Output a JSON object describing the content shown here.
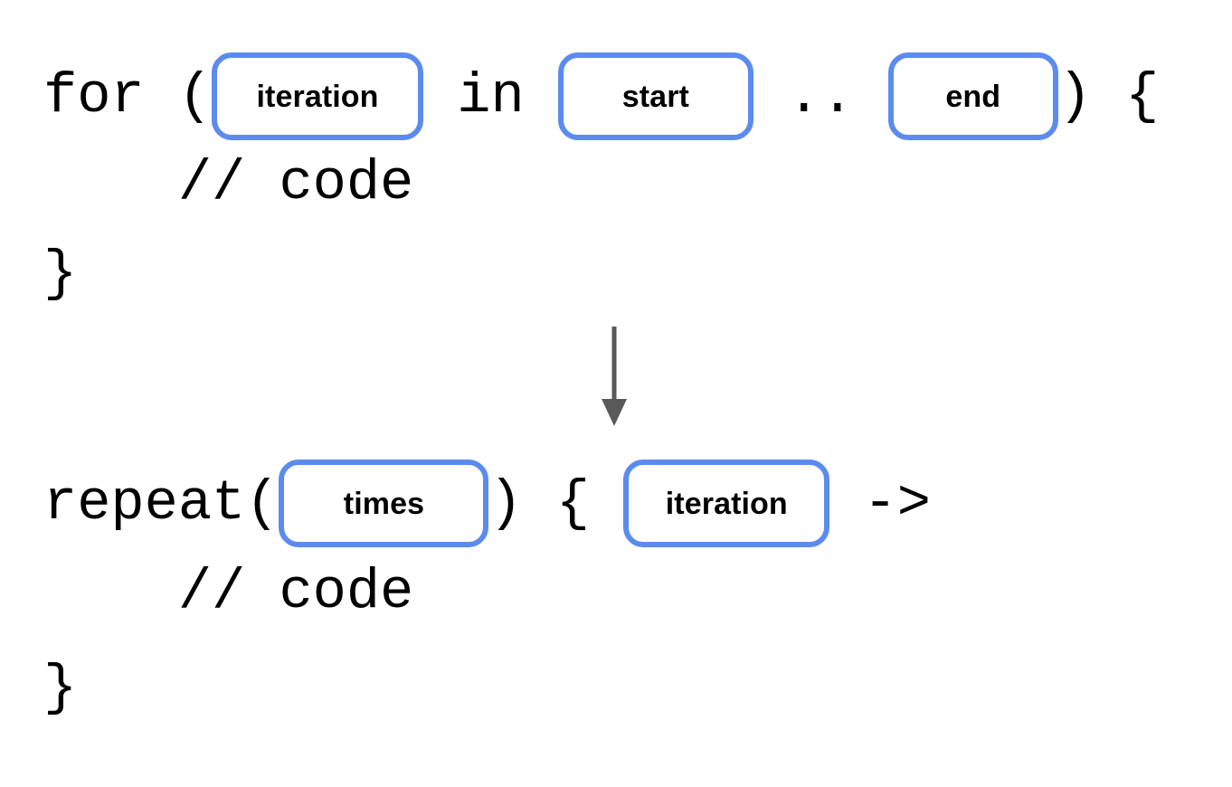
{
  "theme": {
    "background": "#ffffff",
    "code_color": "#000000",
    "chip_border_color": "#5c8bef",
    "chip_fill": "#ffffff",
    "arrow_color": "#595959"
  },
  "diagram": {
    "kind": "code-transformation",
    "arrow": {
      "direction": "down",
      "icon": "down-arrow-icon"
    }
  },
  "before": {
    "label": "for-loop",
    "line1": {
      "t1": "for (",
      "chip1": "iteration",
      "t2": " in ",
      "chip2": "start",
      "t3": " .. ",
      "chip3": "end",
      "t4": ") {"
    },
    "line2": "    // code",
    "line3": "}"
  },
  "after": {
    "label": "repeat-loop",
    "line1": {
      "t1": "repeat(",
      "chip1": "times",
      "t2": ") { ",
      "chip2": "iteration",
      "t3": " ->"
    },
    "line2": "    // code",
    "line3": "}"
  }
}
